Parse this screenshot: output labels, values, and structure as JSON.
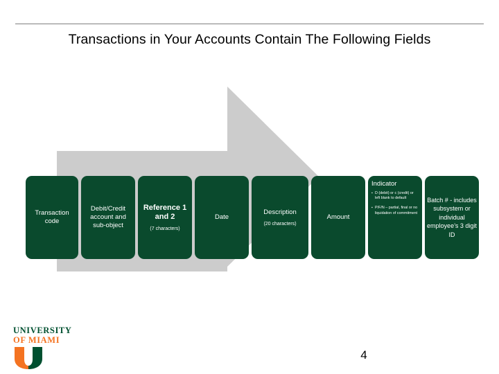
{
  "slide": {
    "title": "Transactions in Your Accounts Contain The Following Fields",
    "page_number": "4"
  },
  "colors": {
    "box_green": "#0a4a2d",
    "arrow_gray": "#cccccc",
    "rule_gray": "#7f7f7f",
    "logo_green": "#005030",
    "logo_orange": "#f47321"
  },
  "fields": [
    {
      "id": "transaction-code",
      "label": "Transaction code",
      "caption": ""
    },
    {
      "id": "debit-credit-account",
      "label": "Debit/Credit account and sub-object",
      "caption": ""
    },
    {
      "id": "reference-1-and-2",
      "label": "Reference 1 and 2",
      "caption": "(7 characters)"
    },
    {
      "id": "date",
      "label": "Date",
      "caption": ""
    },
    {
      "id": "description",
      "label": "Description",
      "caption": "(20 characters)"
    },
    {
      "id": "amount",
      "label": "Amount",
      "caption": ""
    },
    {
      "id": "indicator",
      "label": "Indicator",
      "bullets": [
        "D (debit) or c (credit) or left blank to default",
        "P/F/N – partial, final or no liquidation of commitment"
      ]
    },
    {
      "id": "batch-number",
      "label": "Batch # - includes subsystem or individual employee’s 3 digit ID",
      "caption": ""
    }
  ],
  "logo": {
    "line1": "UNIVERSITY",
    "line2": "OF MIAMI",
    "mark": "U-monogram"
  }
}
